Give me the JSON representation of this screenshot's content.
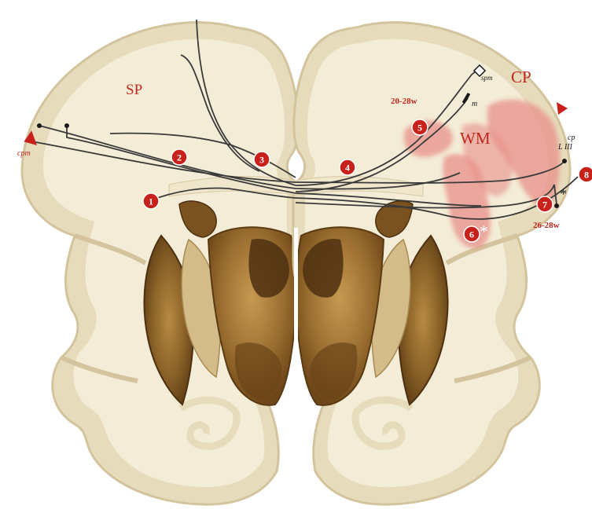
{
  "region_labels": {
    "sp": "SP",
    "cp": "CP",
    "wm": "WM"
  },
  "annotations": {
    "cpm_left": "cpm",
    "spm": "spm",
    "m": "m",
    "age_upper": "20-28w",
    "cp_liii_line1": "cp",
    "cp_liii_line2": "L III",
    "age_lower": "26-28w",
    "asterisk_6": "*",
    "asterisk_7": "*"
  },
  "markers": [
    "1",
    "2",
    "3",
    "4",
    "5",
    "6",
    "7",
    "8"
  ],
  "colors": {
    "background": "#ffffff",
    "cortex": "#e9e0c3",
    "tissue": "#f3ecd6",
    "tissue_edge": "#d9ccaa",
    "basal_ganglia": "#8a6228",
    "basal_ganglia_dark": "#4e3010",
    "pathway_line": "#3a3a3a",
    "marker_red": "#c8201a",
    "highlight_pink": "#e8908a",
    "label_red": "#c0281e"
  }
}
